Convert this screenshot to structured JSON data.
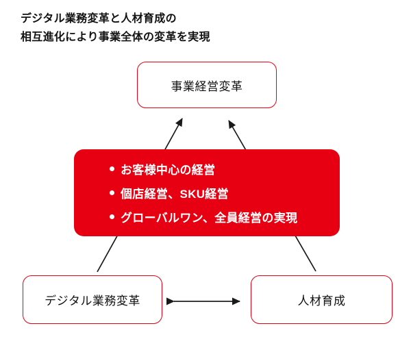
{
  "header": {
    "line1": "デジタル業務変革と人材育成の",
    "line2": "相互進化により事業全体の変革を実現"
  },
  "boxes": {
    "top": {
      "label": "事業経営変革"
    },
    "bottom_left": {
      "label": "デジタル業務変革"
    },
    "bottom_right": {
      "label": "人材育成"
    }
  },
  "red_panel": {
    "bullets": [
      "お客様中心の経営",
      "個店経営、SKU経営",
      "グローバルワン、全員経営の実現"
    ]
  },
  "colors": {
    "accent_red": "#E60012",
    "arrow_black": "#1a1a1a",
    "arrow_gray": "#3c3c3c",
    "text_dark": "#111111",
    "bullet_text": "#ffffff"
  }
}
